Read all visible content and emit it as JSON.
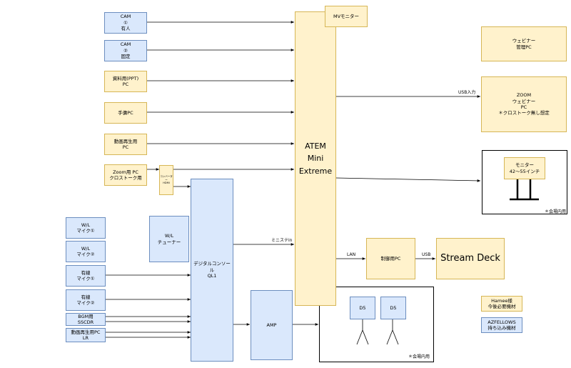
{
  "nodes": {
    "cam1": "CAM\n①\n有人",
    "cam2": "CAM\n②\n固定",
    "ppt_pc": "資料用(PPT)\nPC",
    "teleprompter_pc": "手傭PC",
    "video_pc_top": "動画再生用\nPC",
    "zoom_pc": "Zoom用 PC\nクロストーク用",
    "converter": "コンバーター\nHDMI",
    "atem": "ATEM\nMini\nExtreme",
    "mv_monitor": "MVモニター",
    "webinar_mgmt_pc": "ウェビナー\n管理PC",
    "zoom_webinar_pc": "ZOOM\nウェビナー\nPC\n＊クロストーク無し想定",
    "monitor": "モニター\n42〜55インチ",
    "wl_mic1": "W/L\nマイク①",
    "wl_mic2": "W/L\nマイク②",
    "wired_mic1": "有線\nマイク①",
    "wired_mic2": "有線\nマイク②",
    "bgm": "BGM用\nSSCDR",
    "video_pc_lr": "動画再生用PC\nLR",
    "wl_tuner": "W/L\nチューナー",
    "console": "デジタルコンソール\nQL1",
    "amp": "AMP",
    "control_pc": "制御用PC",
    "stream_deck": "Stream Deck",
    "d5_left": "D5",
    "d5_right": "D5"
  },
  "edge_labels": {
    "usb_in": "USB入力",
    "mini_stereo": "ミニステin",
    "lan": "LAN",
    "usb": "USB"
  },
  "notes": {
    "venue_monitor": "＊会場内用",
    "venue_speakers": "＊会場内用"
  },
  "legend": {
    "hamee": "Hamee様\n今後必要機材",
    "azfellows": "AZFELLOWS\n持ち込み機材"
  },
  "colors": {
    "blue_fill": "#dae8fc",
    "blue_stroke": "#6c8ebf",
    "yellow_fill": "#fff2cc",
    "yellow_stroke": "#d6b656"
  }
}
